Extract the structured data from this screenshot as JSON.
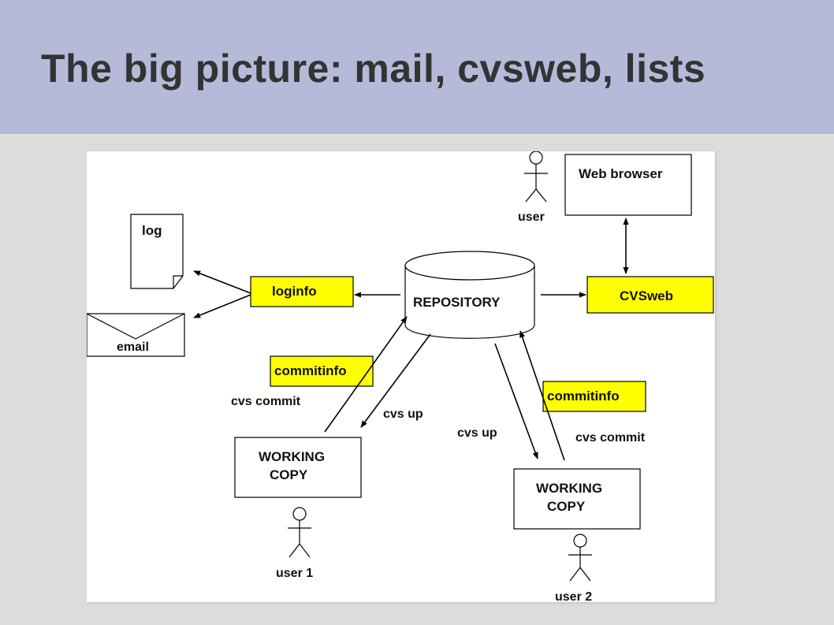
{
  "slide": {
    "title": "The big picture: mail, cvsweb, lists"
  },
  "diagram": {
    "repository_label": "REPOSITORY",
    "log_label": "log",
    "email_label": "email",
    "loginfo_label": "loginfo",
    "cvsweb_label": "CVSweb",
    "web_browser_label": "Web browser",
    "web_user_label": "user",
    "commitinfo_left_label": "commitinfo",
    "commitinfo_right_label": "commitinfo",
    "cvs_commit_left": "cvs commit",
    "cvs_up_left": "cvs up",
    "cvs_up_right": "cvs up",
    "cvs_commit_right": "cvs commit",
    "working_copy_left": [
      "WORKING",
      "COPY"
    ],
    "working_copy_right": [
      "WORKING",
      "COPY"
    ],
    "user1_label": "user 1",
    "user2_label": "user 2",
    "highlight_color": "#ffff00"
  }
}
